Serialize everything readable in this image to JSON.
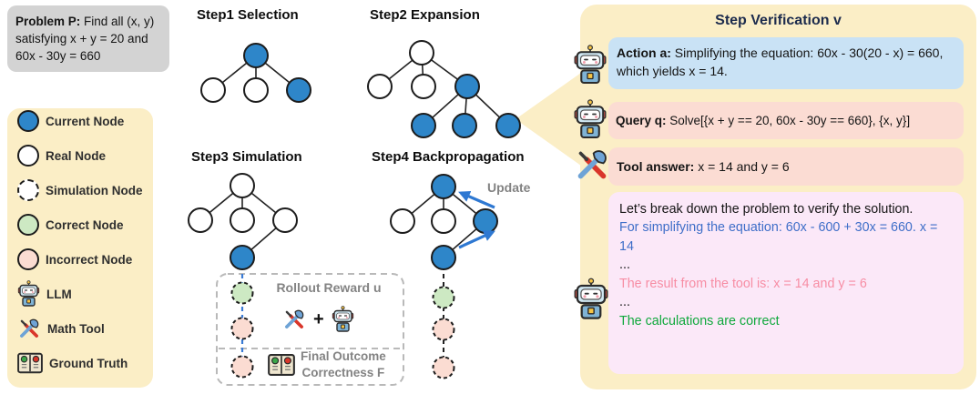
{
  "problem": {
    "label": "Problem P:",
    "text": " Find all (x, y) satisfying x + y = 20 and 60x - 30y = 660"
  },
  "legend": {
    "items": [
      {
        "label": "Current Node"
      },
      {
        "label": "Real Node"
      },
      {
        "label": "Simulation Node"
      },
      {
        "label": "Correct Node"
      },
      {
        "label": "Incorrect Node"
      },
      {
        "label": "LLM"
      },
      {
        "label": "Math Tool"
      },
      {
        "label": "Ground Truth"
      }
    ]
  },
  "steps": {
    "step1_title": "Step1 Selection",
    "step2_title": "Step2 Expansion",
    "step3_title": "Step3 Simulation",
    "step4_title": "Step4 Backpropagation",
    "update_label": "Update",
    "rollout_reward_label": "Rollout Reward u",
    "plus": "+",
    "final_outcome_line1": "Final Outcome",
    "final_outcome_line2": "Correctness F"
  },
  "verification": {
    "title": "Step Verification v",
    "action_label": "Action a:",
    "action_text": " Simplifying the equation: 60x - 30(20 - x) = 660, which yields x = 14.",
    "query_label": "Query q:",
    "query_text": " Solve[{x + y == 20, 60x - 30y == 660}, {x, y}]",
    "tool_label": "Tool answer:",
    "tool_text": " x = 14 and y = 6",
    "reasoning": {
      "line1": "Let’s break down the problem to verify the solution.",
      "line2": "For simplifying the equation: 60x - 600 + 30x = 660.  x = 14",
      "ellipsis1": "...",
      "line3": "The result from the tool is: x = 14 and y = 6",
      "ellipsis2": "...",
      "line4": "The calculations are correct"
    }
  },
  "colors": {
    "current_node": "#2e86c9",
    "real_node": "#ffffff",
    "correct_node": "#cde9c3",
    "incorrect_node": "#fbdcd2",
    "panel_bg": "#fbeec6",
    "problem_bg": "#d3d3d3",
    "action_box": "#c9e2f5",
    "query_box": "#fbdcd3",
    "verify_box": "#fbe8f8",
    "blue_text": "#3e6ec8",
    "pink_text": "#f78da4",
    "green_text": "#0fa83c",
    "gray_text": "#838383",
    "arrow_blue": "#2e78d2"
  }
}
